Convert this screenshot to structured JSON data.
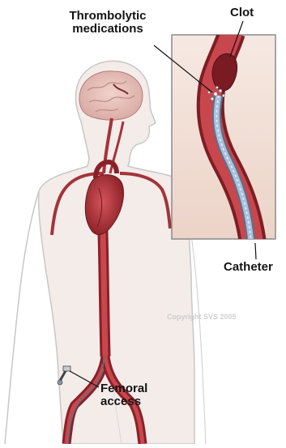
{
  "labels": {
    "thrombolytic_line1": "Thrombolytic",
    "thrombolytic_line2": "medications",
    "clot": "Clot",
    "catheter": "Catheter",
    "femoral_line1": "Femoral",
    "femoral_line2": "access",
    "copyright": "Copyright SVS 2005"
  },
  "colors": {
    "artery": "#b0343b",
    "artery_dark": "#7d1e24",
    "body_outline": "#bdbdbd",
    "skin": "#f1e6e2",
    "catheter": "#8fa9c9",
    "inset_background": "#efd9cf",
    "clot": "#7a1a23"
  }
}
